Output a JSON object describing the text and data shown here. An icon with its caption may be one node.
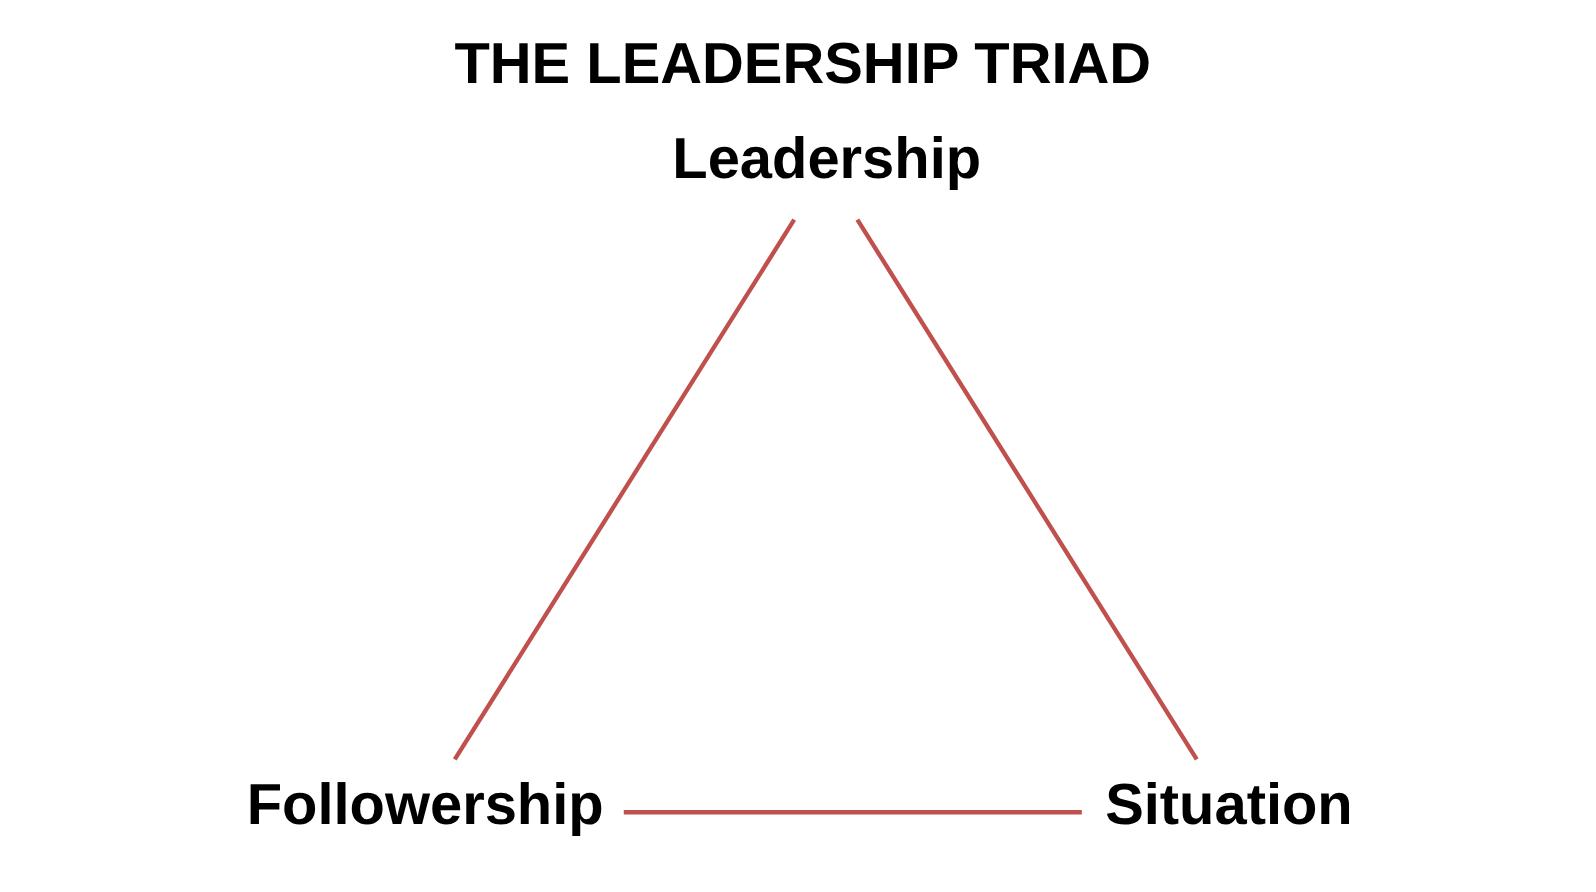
{
  "diagram": {
    "title": "THE LEADERSHIP TRIAD",
    "nodes": [
      {
        "text": [
          "Leadership"
        ]
      },
      {
        "text": [
          "Followership"
        ]
      },
      {
        "text": [
          "Situation"
        ]
      }
    ],
    "edges": [
      {
        "from": 0,
        "to": 1,
        "arrow": "none",
        "color": "#c0504d"
      },
      {
        "from": 0,
        "to": 2,
        "arrow": "none",
        "color": "#c0504d"
      },
      {
        "from": 1,
        "to": 2,
        "arrow": "none",
        "color": "#c0504d"
      }
    ]
  }
}
